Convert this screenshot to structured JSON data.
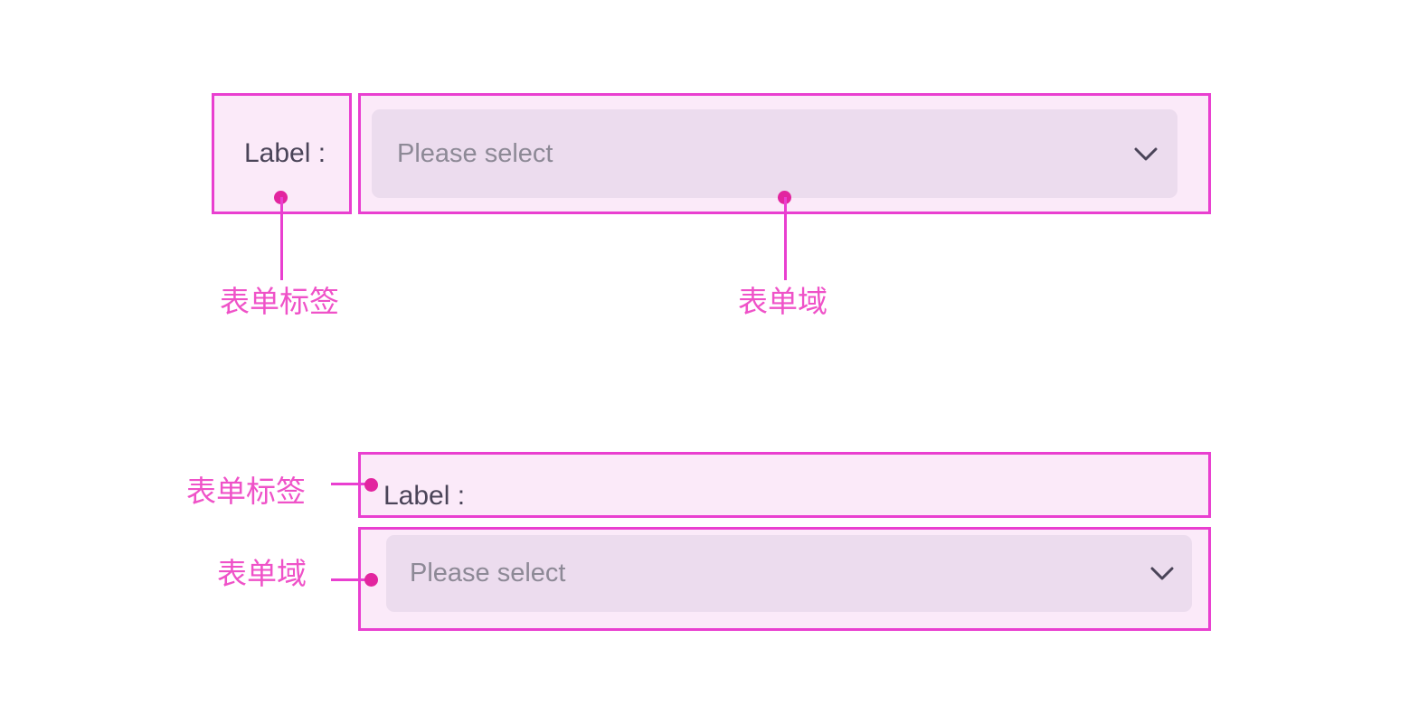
{
  "theme": {
    "annotation_border": "#e93fd0",
    "annotation_fill": "#fbeaf9",
    "control_fill": "#ecdcee",
    "label_text": "#4a4458",
    "placeholder_text": "#8d8996",
    "callout_text": "#ef52c8",
    "dot_color": "#e2259f",
    "page_background": "#ffffff"
  },
  "inline_layout": {
    "label_box": {
      "label_text": "Label :",
      "callout": "表单标签"
    },
    "field_box": {
      "placeholder": "Please select",
      "chevron_icon": "chevron-down-icon",
      "callout": "表单域"
    }
  },
  "stacked_layout": {
    "label_box": {
      "label_text": "Label :",
      "callout": "表单标签"
    },
    "field_box": {
      "placeholder": "Please select",
      "chevron_icon": "chevron-down-icon",
      "callout": "表单域"
    }
  }
}
